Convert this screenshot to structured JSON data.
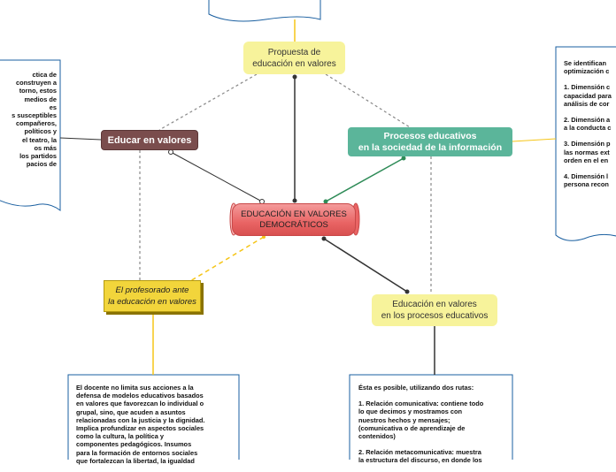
{
  "nodes": {
    "propuesta": "Propuesta de\neducación en valores",
    "educar": "Educar en valores",
    "procesos": "Procesos educativos\nen la sociedad de la información",
    "center": "EDUCACIÓN EN VALORES\nDEMOCRÁTICOS",
    "profesorado": "El profesorado ante\nla educación en valores",
    "edu_procesos": "Educación en valores\nen los procesos educativos"
  },
  "callouts": {
    "left": "ctica de\n construyen a\ntorno, estos\n medios de\nes\ns susceptibles\n compañeros,\npolíticos y\nel teatro, la\nos más\nlos partidos\npacios de",
    "right": [
      "Se identifican\noptimización c",
      "1. Dimensión c\ncapacidad para\nanálisis de cor",
      "2. Dimensión a\na la conducta c",
      "3. Dimensión p\nlas normas ext\norden en el en",
      "4. Dimensión l\npersona recon"
    ],
    "bottom_left": "El docente no limita sus acciones a la\ndefensa de modelos educativos basados\nen valores que favorezcan lo individual o\ngrupal, sino, que acuden a asuntos\nrelacionadas con la justicia y la dignidad.\nImplica profundizar en aspectos sociales\ncomo la cultura, la política y\ncomponentes pedagógicos. Insumos\npara la formación de entornos sociales\nque fortalezcan la libertad, la igualdad",
    "bottom_right": [
      "Ésta es posible, utilizando dos rutas:",
      "1. Relación comunicativa: contiene todo\nlo que decimos y mostramos con\nnuestros hechos y mensajes;\n(comunicativa o de aprendizaje de\ncontenidos)",
      "2. Relación metacomunicativa: muestra\nla estructura del discurso, en donde los"
    ]
  },
  "colors": {
    "connector_dashed": "#888888",
    "connector_solid": "#333333",
    "connector_green": "#2e8b57",
    "connector_yellow": "#f5c518",
    "callout_border": "#1a5fa0"
  }
}
